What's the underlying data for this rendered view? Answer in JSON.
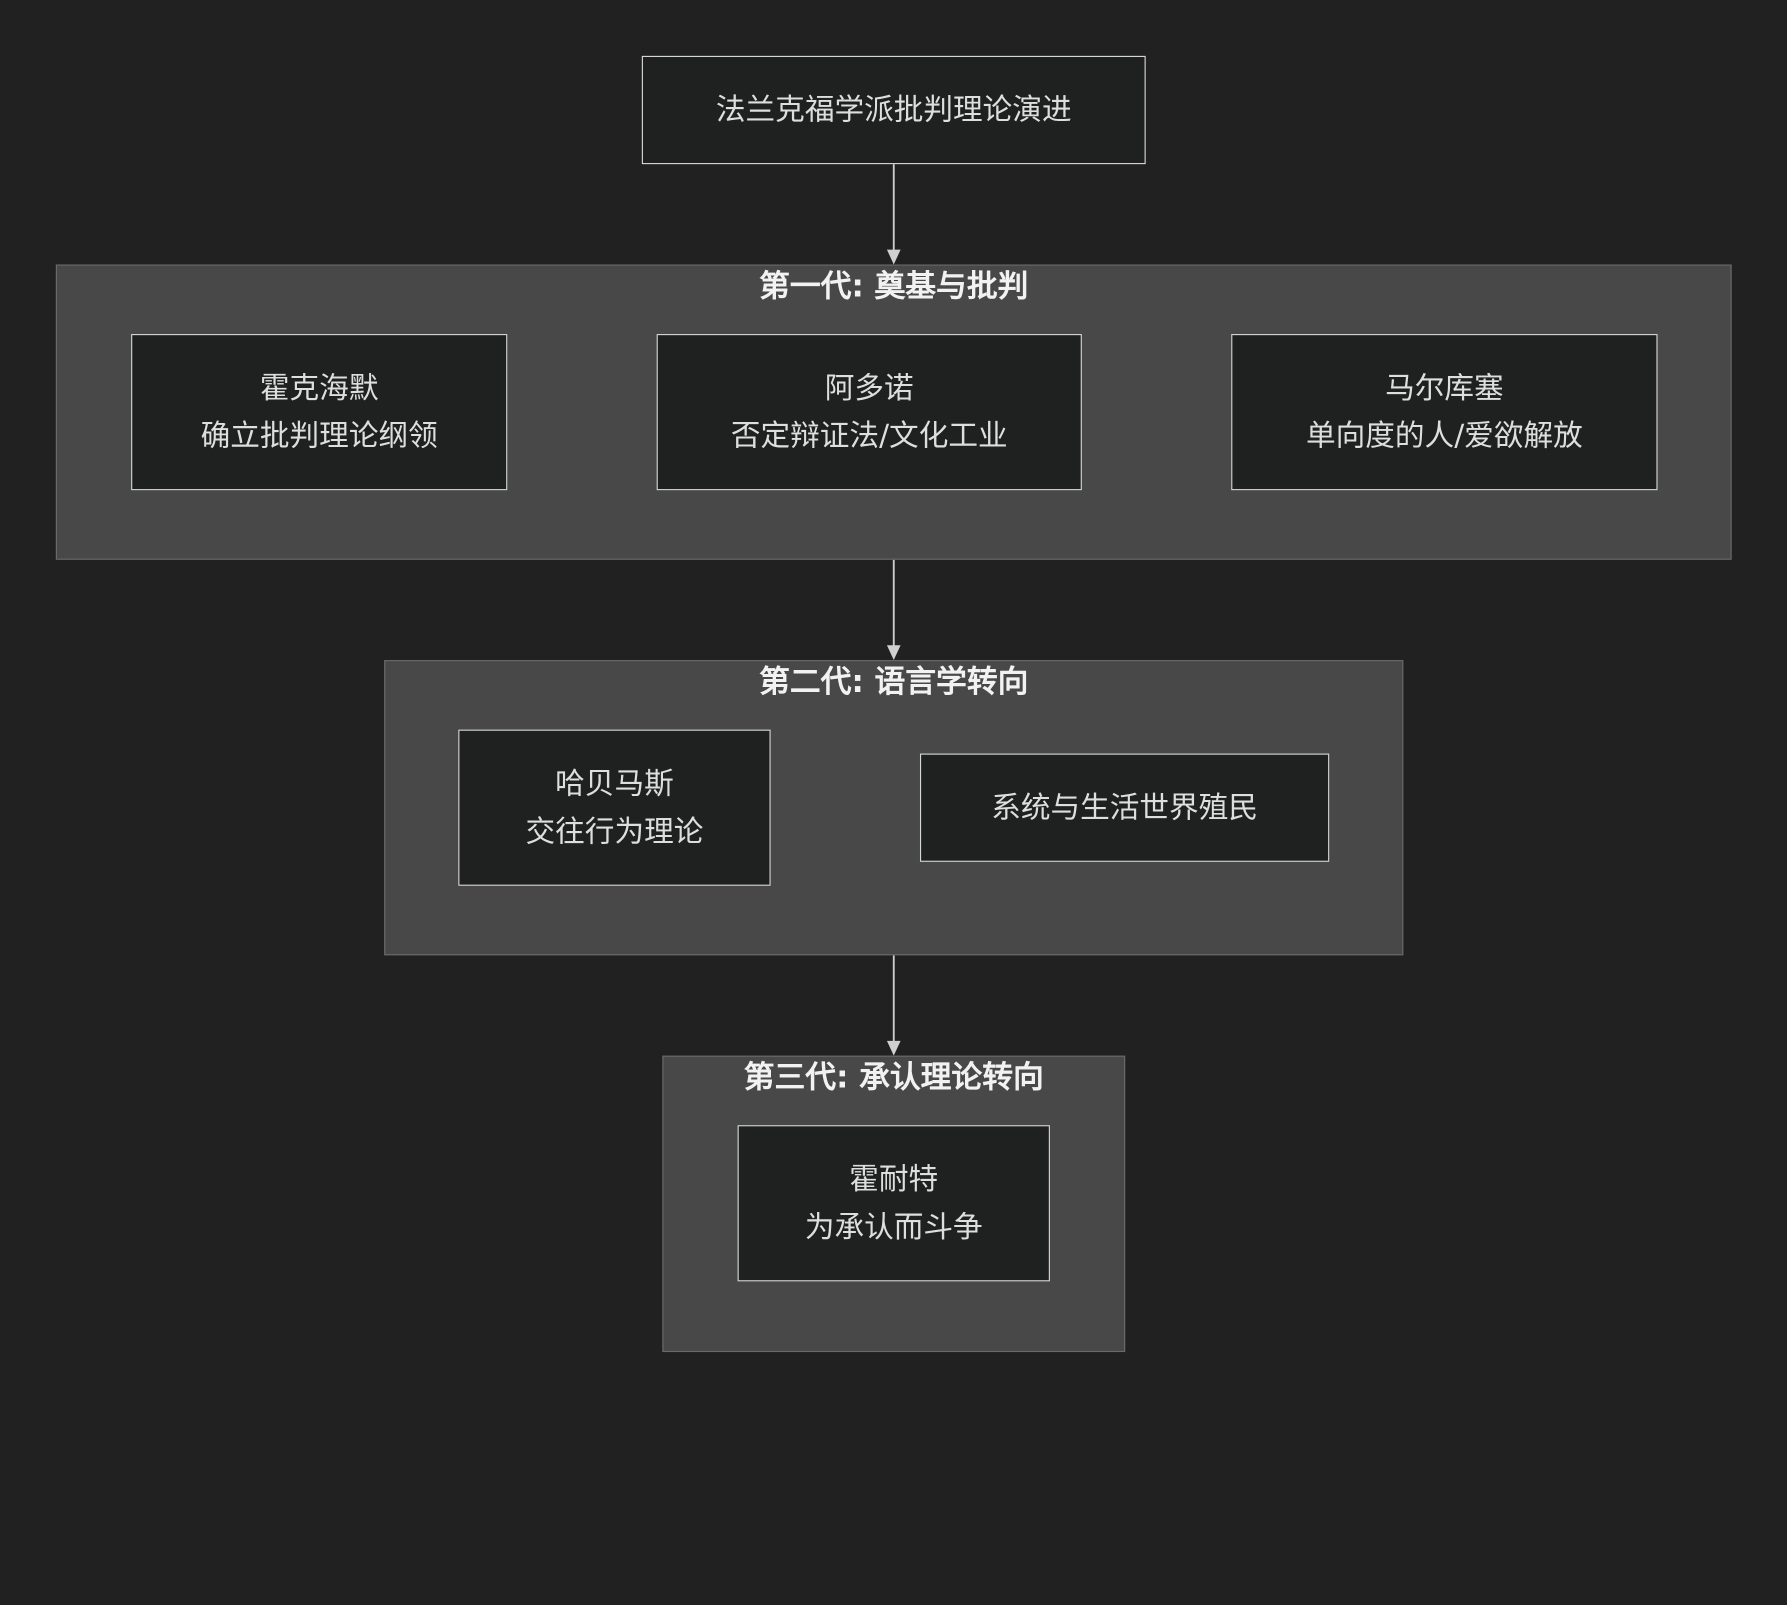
{
  "root": {
    "label": "法兰克福学派批判理论演进"
  },
  "generations": [
    {
      "title": "第一代: 奠基与批判",
      "nodes": [
        {
          "line1": "霍克海默",
          "line2": "确立批判理论纲领"
        },
        {
          "line1": "阿多诺",
          "line2": "否定辩证法/文化工业"
        },
        {
          "line1": "马尔库塞",
          "line2": "单向度的人/爱欲解放"
        }
      ]
    },
    {
      "title": "第二代: 语言学转向",
      "nodes": [
        {
          "line1": "哈贝马斯",
          "line2": "交往行为理论"
        },
        {
          "line1": "系统与生活世界殖民",
          "line2": ""
        }
      ]
    },
    {
      "title": "第三代: 承认理论转向",
      "nodes": [
        {
          "line1": "霍耐特",
          "line2": "为承认而斗争"
        }
      ]
    }
  ],
  "colors": {
    "background": "#212121",
    "group_fill": "#474847",
    "node_fill": "#1f2020",
    "node_border": "#d6d6d6",
    "edge": "#d0d0d0",
    "text": "#dedede"
  }
}
